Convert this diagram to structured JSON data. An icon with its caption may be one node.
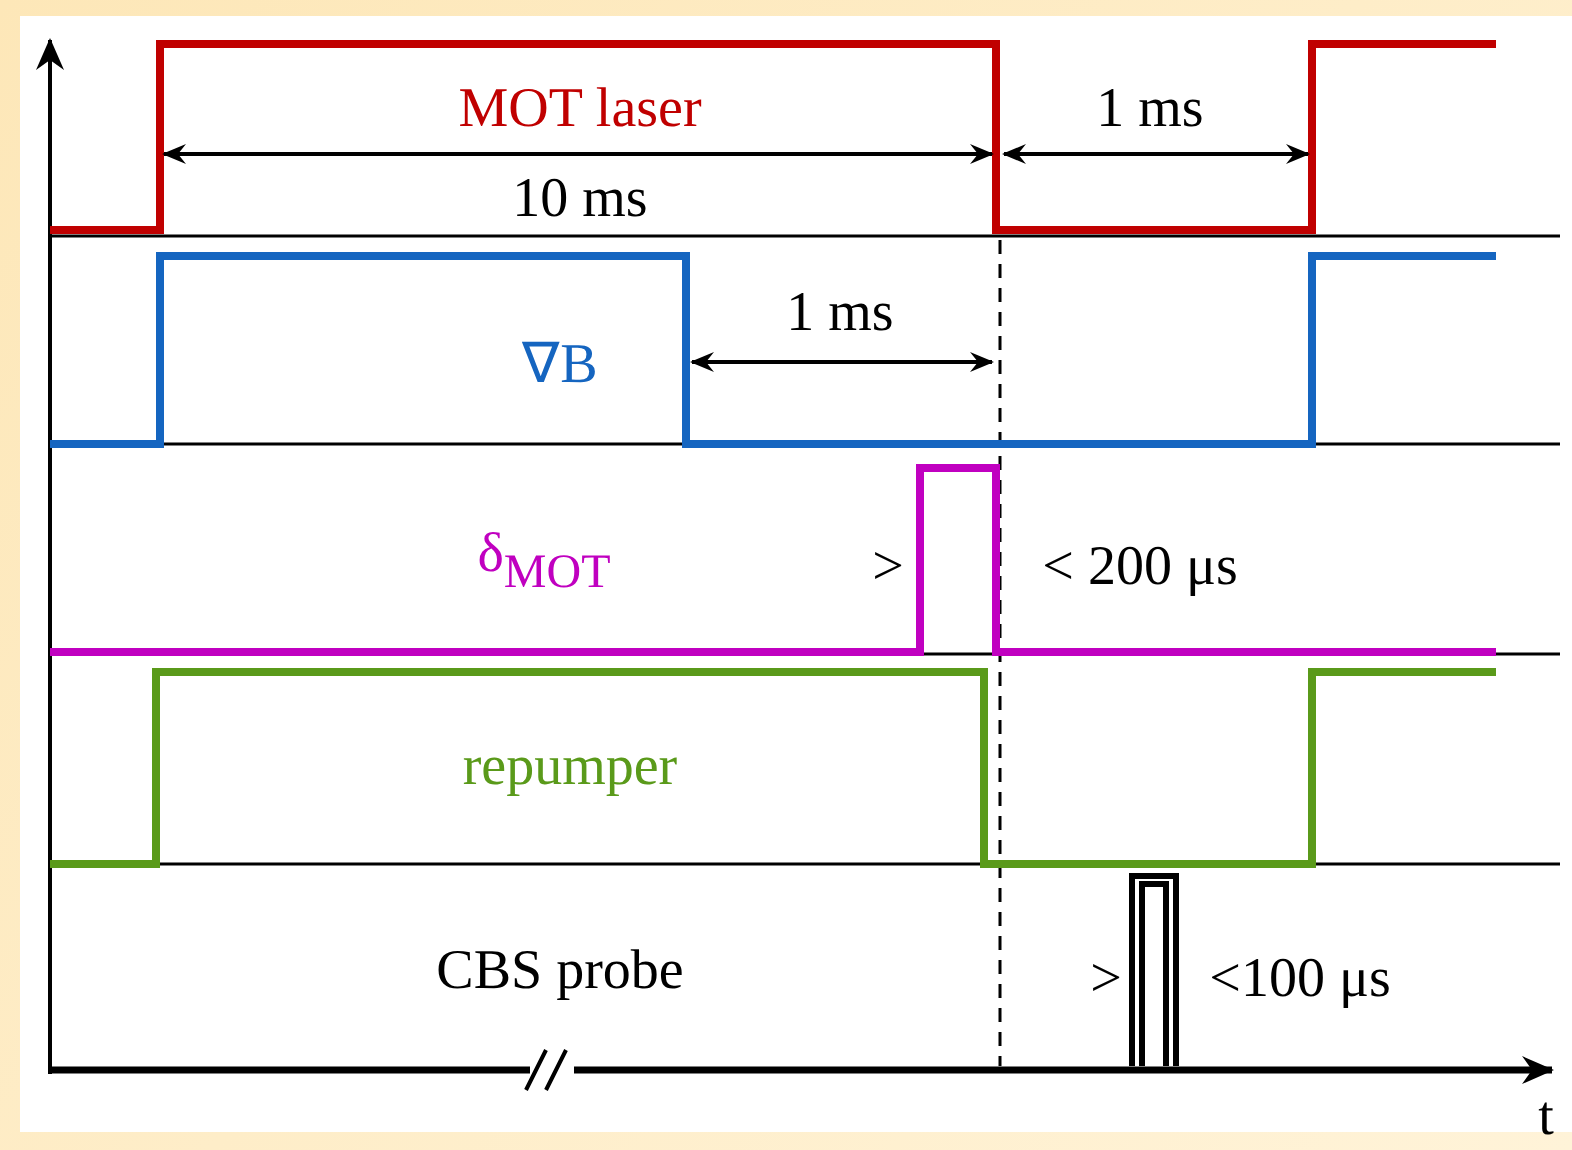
{
  "diagram": {
    "labels": [
      "MOT laser",
      "10 ms",
      "1 ms",
      "∇B",
      "1 ms",
      "δ$_{MOT}$",
      ">",
      "< 200 μs",
      "repumper",
      "CBS probe",
      ">",
      "<100 μs",
      "t"
    ]
  }
}
